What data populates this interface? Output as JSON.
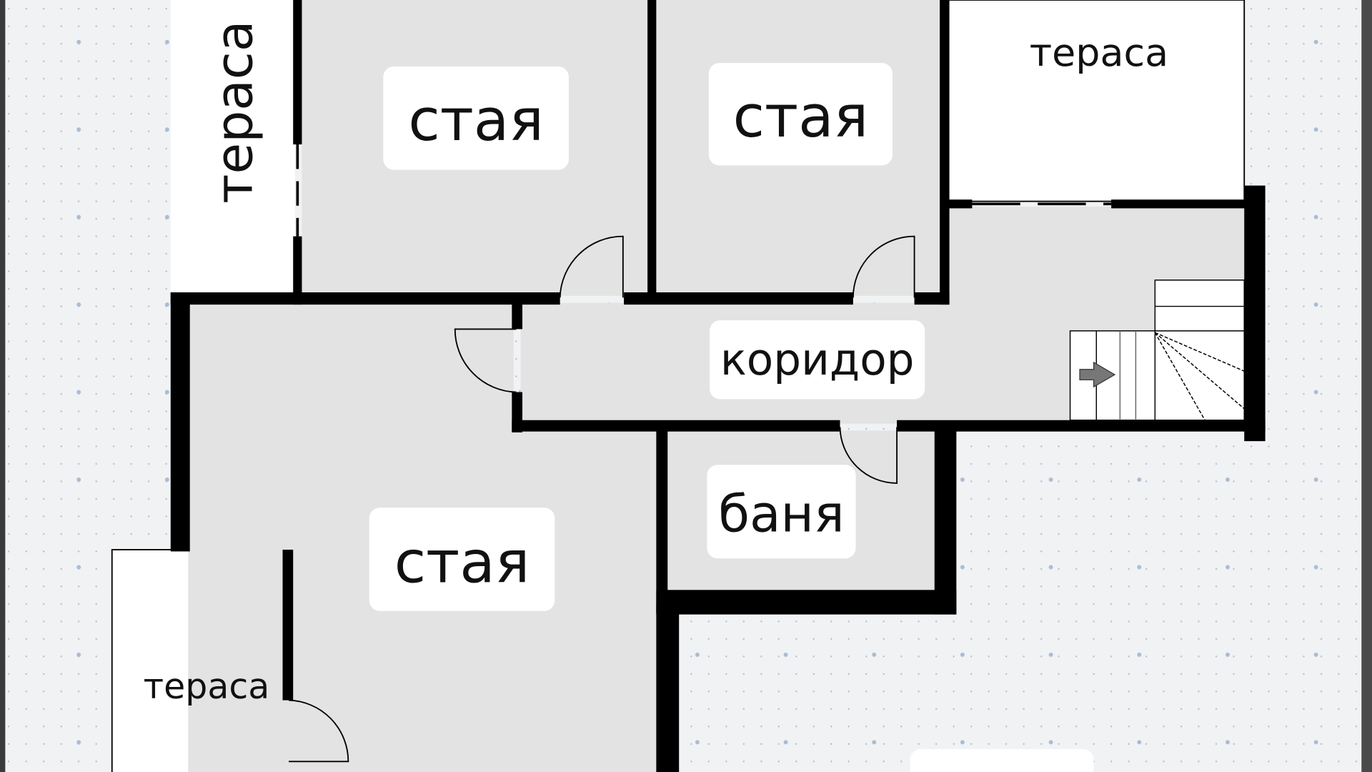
{
  "floor_plan": {
    "rooms": [
      {
        "id": "room_top_left",
        "label": "стая"
      },
      {
        "id": "room_top_middle",
        "label": "стая"
      },
      {
        "id": "room_bottom_left",
        "label": "стая"
      },
      {
        "id": "corridor",
        "label": "коридор"
      },
      {
        "id": "bathroom",
        "label": "баня"
      },
      {
        "id": "terrace_top_left",
        "label": "тераса"
      },
      {
        "id": "terrace_top_right",
        "label": "тераса"
      },
      {
        "id": "terrace_bottom_left",
        "label": "тераса"
      }
    ],
    "colors": {
      "background": "#f1f2f4",
      "room_fill": "#e3e3e3",
      "terrace_fill": "#ffffff",
      "wall": "#000000",
      "grid_dot": "#9fb4cc",
      "stair_arrow": "#777777"
    }
  }
}
